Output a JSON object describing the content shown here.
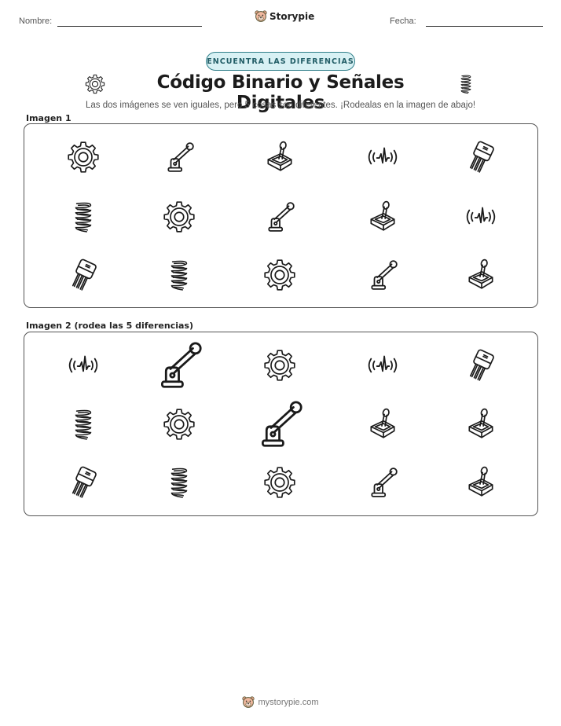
{
  "header": {
    "name_label": "Nombre:",
    "date_label": "Fecha:",
    "brand": "Storypie"
  },
  "badge": "ENCUENTRA LAS DIFERENCIAS",
  "title": "Código Binario y Señales Digitales",
  "subtitle": "Las dos imágenes se ven iguales, pero 5 cosas son diferentes. ¡Rodealas en la imagen de abajo!",
  "panel1": {
    "label": "Imagen 1",
    "items": [
      {
        "icon": "gear-icon",
        "scale": 1
      },
      {
        "icon": "lever-icon",
        "scale": 1
      },
      {
        "icon": "joystick-icon",
        "scale": 1
      },
      {
        "icon": "signal-wave-icon",
        "scale": 1
      },
      {
        "icon": "transistor-icon",
        "scale": 1
      },
      {
        "icon": "spring-icon",
        "scale": 1
      },
      {
        "icon": "gear-icon",
        "scale": 1
      },
      {
        "icon": "lever-icon",
        "scale": 1
      },
      {
        "icon": "joystick-icon",
        "scale": 1
      },
      {
        "icon": "signal-wave-icon",
        "scale": 1
      },
      {
        "icon": "transistor-icon",
        "scale": 1
      },
      {
        "icon": "spring-icon",
        "scale": 1
      },
      {
        "icon": "gear-icon",
        "scale": 1
      },
      {
        "icon": "lever-icon",
        "scale": 1
      },
      {
        "icon": "joystick-icon",
        "scale": 1
      }
    ]
  },
  "panel2": {
    "label": "Imagen 2 (rodea las 5 diferencias)",
    "items": [
      {
        "icon": "signal-wave-icon",
        "scale": 1
      },
      {
        "icon": "lever-icon",
        "scale": 1.55
      },
      {
        "icon": "gear-icon",
        "scale": 1
      },
      {
        "icon": "signal-wave-icon",
        "scale": 1
      },
      {
        "icon": "transistor-icon",
        "scale": 1
      },
      {
        "icon": "spring-icon",
        "scale": 1
      },
      {
        "icon": "gear-icon",
        "scale": 1
      },
      {
        "icon": "lever-icon",
        "scale": 1.55
      },
      {
        "icon": "joystick-icon",
        "scale": 1
      },
      {
        "icon": "joystick-icon",
        "scale": 1
      },
      {
        "icon": "transistor-icon",
        "scale": 1
      },
      {
        "icon": "spring-icon",
        "scale": 1
      },
      {
        "icon": "gear-icon",
        "scale": 1
      },
      {
        "icon": "lever-icon",
        "scale": 1
      },
      {
        "icon": "joystick-icon",
        "scale": 1
      }
    ]
  },
  "footer": "mystorypie.com"
}
